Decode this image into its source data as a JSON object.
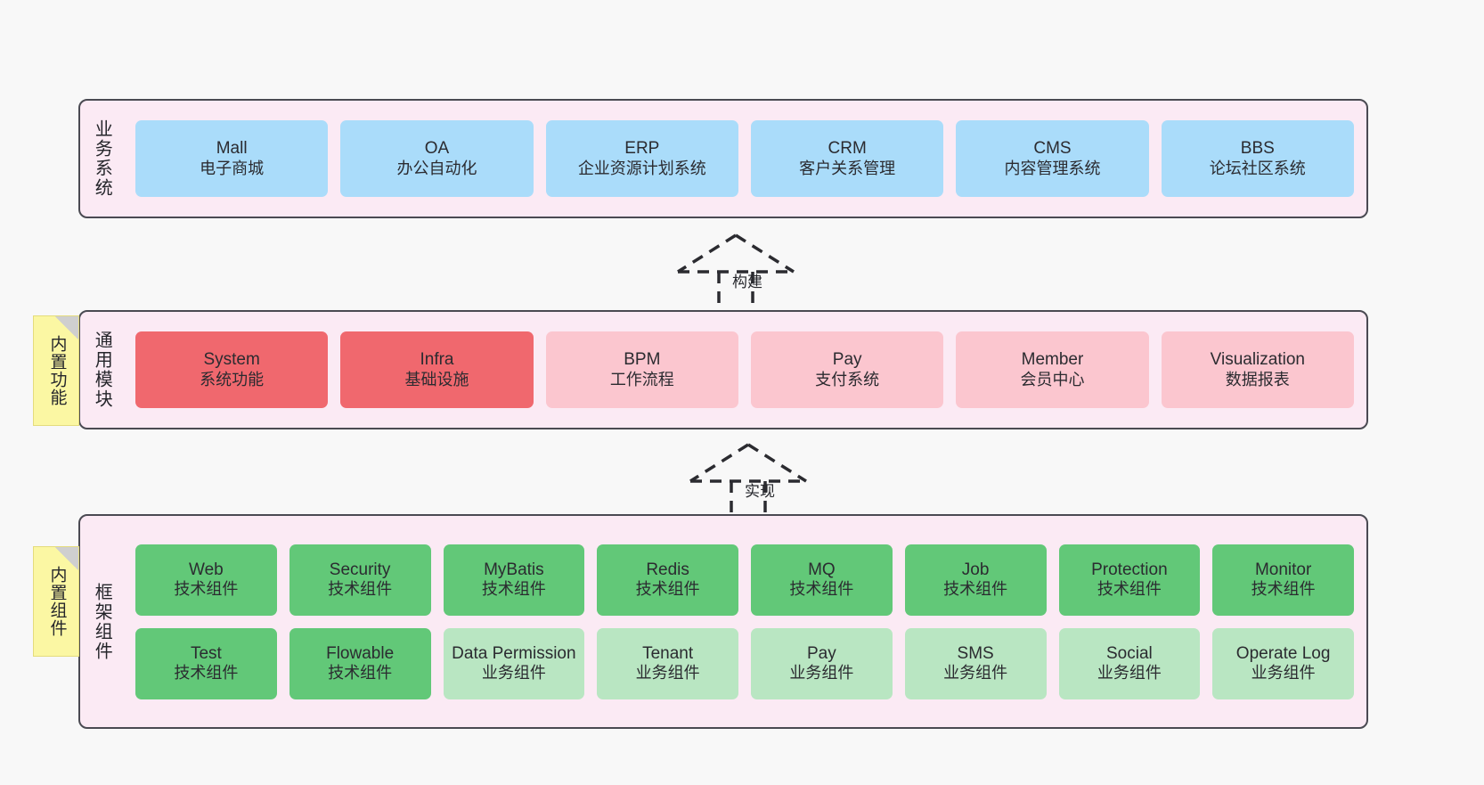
{
  "diagram": {
    "palette": {
      "container_fill": "#fbeaf4",
      "container_border": "#4a4a52",
      "blue": "#aadcfa",
      "red_strong": "#f0686e",
      "red_light": "#fbc6cf",
      "green_strong": "#62c878",
      "green_light": "#b9e6c2",
      "note_yellow": "#fbf7a3",
      "background": "#f8f8f8"
    },
    "layers": [
      {
        "id": "business-systems",
        "label": "业务系统",
        "note": null,
        "rows": [
          {
            "cells": [
              {
                "name": "Mall",
                "sub": "电子商城",
                "color": "blue"
              },
              {
                "name": "OA",
                "sub": "办公自动化",
                "color": "blue"
              },
              {
                "name": "ERP",
                "sub": "企业资源计划系统",
                "color": "blue"
              },
              {
                "name": "CRM",
                "sub": "客户关系管理",
                "color": "blue"
              },
              {
                "name": "CMS",
                "sub": "内容管理系统",
                "color": "blue"
              },
              {
                "name": "BBS",
                "sub": "论坛社区系统",
                "color": "blue"
              }
            ]
          }
        ]
      },
      {
        "id": "common-modules",
        "label": "通用模块",
        "note": "内置功能",
        "rows": [
          {
            "cells": [
              {
                "name": "System",
                "sub": "系统功能",
                "color": "red_strong"
              },
              {
                "name": "Infra",
                "sub": "基础设施",
                "color": "red_strong"
              },
              {
                "name": "BPM",
                "sub": "工作流程",
                "color": "red_light"
              },
              {
                "name": "Pay",
                "sub": "支付系统",
                "color": "red_light"
              },
              {
                "name": "Member",
                "sub": "会员中心",
                "color": "red_light"
              },
              {
                "name": "Visualization",
                "sub": "数据报表",
                "color": "red_light"
              }
            ]
          }
        ]
      },
      {
        "id": "framework-components",
        "label": "框架组件",
        "note": "内置组件",
        "rows": [
          {
            "cells": [
              {
                "name": "Web",
                "sub": "技术组件",
                "color": "green_strong"
              },
              {
                "name": "Security",
                "sub": "技术组件",
                "color": "green_strong"
              },
              {
                "name": "MyBatis",
                "sub": "技术组件",
                "color": "green_strong"
              },
              {
                "name": "Redis",
                "sub": "技术组件",
                "color": "green_strong"
              },
              {
                "name": "MQ",
                "sub": "技术组件",
                "color": "green_strong"
              },
              {
                "name": "Job",
                "sub": "技术组件",
                "color": "green_strong"
              },
              {
                "name": "Protection",
                "sub": "技术组件",
                "color": "green_strong"
              },
              {
                "name": "Monitor",
                "sub": "技术组件",
                "color": "green_strong"
              }
            ]
          },
          {
            "cells": [
              {
                "name": "Test",
                "sub": "技术组件",
                "color": "green_strong"
              },
              {
                "name": "Flowable",
                "sub": "技术组件",
                "color": "green_strong"
              },
              {
                "name": "Data Permission",
                "sub": "业务组件",
                "color": "green_light"
              },
              {
                "name": "Tenant",
                "sub": "业务组件",
                "color": "green_light"
              },
              {
                "name": "Pay",
                "sub": "业务组件",
                "color": "green_light"
              },
              {
                "name": "SMS",
                "sub": "业务组件",
                "color": "green_light"
              },
              {
                "name": "Social",
                "sub": "业务组件",
                "color": "green_light"
              },
              {
                "name": "Operate Log",
                "sub": "业务组件",
                "color": "green_light"
              }
            ]
          }
        ]
      }
    ],
    "connectors": [
      {
        "id": "build",
        "label": "构建"
      },
      {
        "id": "implement",
        "label": "实现"
      }
    ]
  }
}
